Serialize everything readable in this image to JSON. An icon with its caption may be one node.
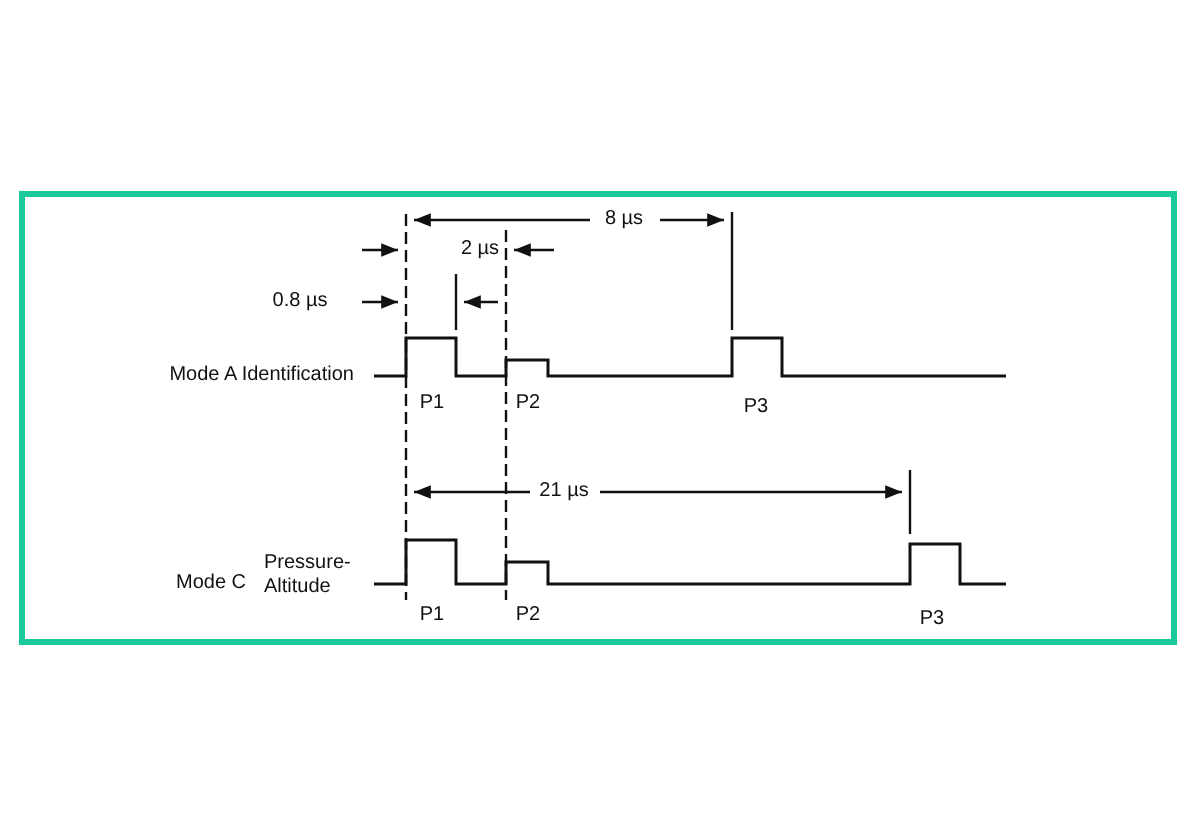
{
  "diagram": {
    "labels": [
      "8 µs",
      "2 µs",
      "0.8 µs",
      "Mode A Identification",
      "P1",
      "P2",
      "P3",
      "21 µs",
      "Mode C",
      "Pressure-Altitude",
      "P1",
      "P2",
      "P3"
    ]
  }
}
